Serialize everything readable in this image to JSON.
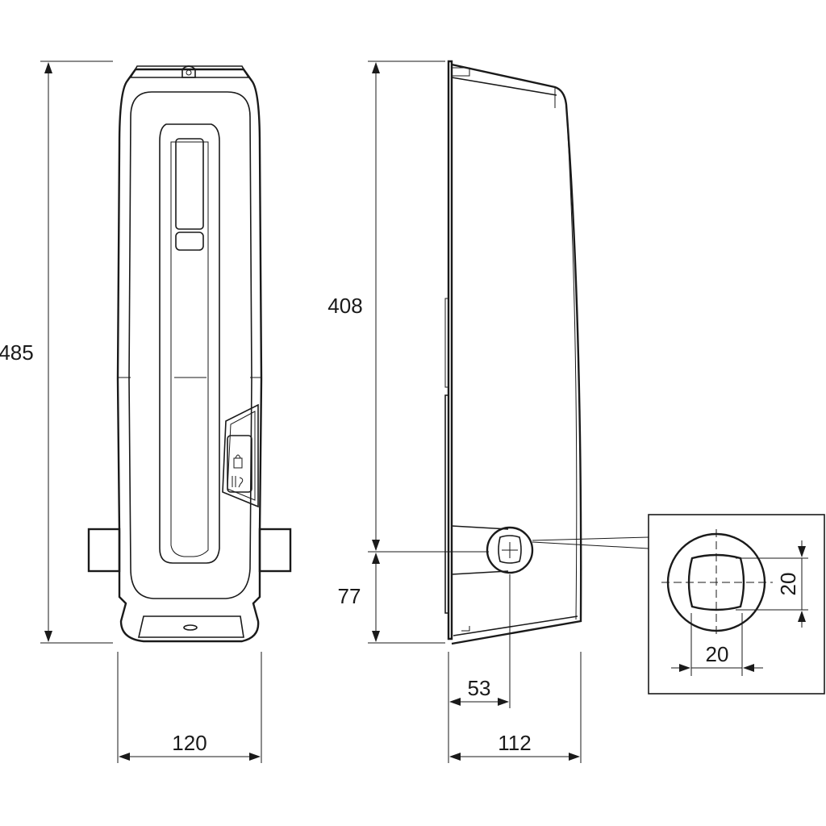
{
  "dimensions": {
    "front_height": "485",
    "front_width": "120",
    "side_upper_height": "408",
    "side_lower_height": "77",
    "side_shaft_offset": "53",
    "side_depth": "112",
    "detail_square_height": "20",
    "detail_square_width": "20"
  },
  "colors": {
    "line": "#1a1a1a",
    "background": "#ffffff"
  },
  "icons": {
    "release_lever_symbol": "lock-release-icon"
  }
}
